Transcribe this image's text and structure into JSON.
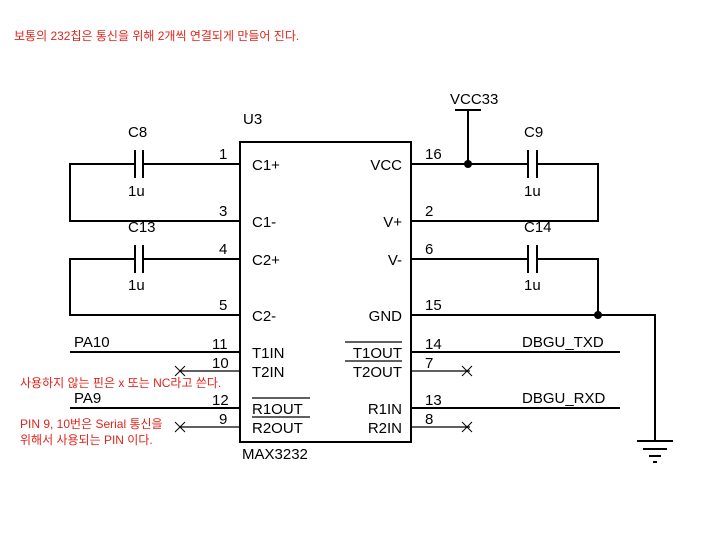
{
  "notes": {
    "top": "보통의 232칩은 통신을 위해 2개씩 연결되게 만들어 진다.",
    "unused": "사용하지 않는 핀은 x 또는 NC라고 쓴다.",
    "serial_line1": "PIN 9, 10번은 Serial 통신을",
    "serial_line2": "위해서 사용되는 PIN 이다."
  },
  "chip": {
    "ref": "U3",
    "part": "MAX3232"
  },
  "power": {
    "net": "VCC33"
  },
  "capacitors": [
    {
      "ref": "C8",
      "value": "1u"
    },
    {
      "ref": "C13",
      "value": "1u"
    },
    {
      "ref": "C9",
      "value": "1u"
    },
    {
      "ref": "C14",
      "value": "1u"
    }
  ],
  "pins_left": [
    {
      "num": "1",
      "name": "C1+"
    },
    {
      "num": "3",
      "name": "C1-"
    },
    {
      "num": "4",
      "name": "C2+"
    },
    {
      "num": "5",
      "name": "C2-"
    },
    {
      "num": "11",
      "name": "T1IN"
    },
    {
      "num": "10",
      "name": "T2IN"
    },
    {
      "num": "12",
      "name": "R1OUT"
    },
    {
      "num": "9",
      "name": "R2OUT"
    }
  ],
  "pins_right": [
    {
      "num": "16",
      "name": "VCC"
    },
    {
      "num": "2",
      "name": "V+"
    },
    {
      "num": "6",
      "name": "V-"
    },
    {
      "num": "15",
      "name": "GND"
    },
    {
      "num": "14",
      "name": "T1OUT"
    },
    {
      "num": "7",
      "name": "T2OUT"
    },
    {
      "num": "13",
      "name": "R1IN"
    },
    {
      "num": "8",
      "name": "R2IN"
    }
  ],
  "nets": {
    "pa10": "PA10",
    "pa9": "PA9",
    "txd": "DBGU_TXD",
    "rxd": "DBGU_RXD"
  }
}
